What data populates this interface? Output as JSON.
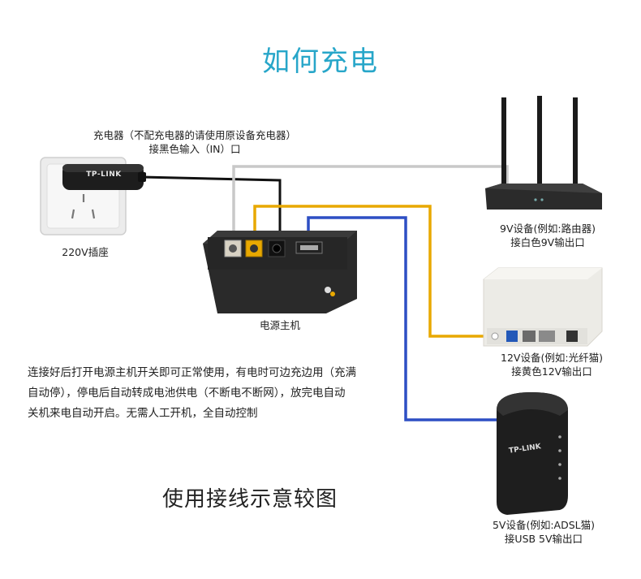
{
  "title": "如何充电",
  "charger": {
    "label_line1": "充电器（不配充电器的请使用原设备充电器）",
    "label_line2": "接黑色输入（IN）口",
    "brand": "TP-LINK"
  },
  "socket": {
    "label": "220V插座"
  },
  "power_unit": {
    "label": "电源主机"
  },
  "router": {
    "label_line1": "9V设备(例如:路由器)",
    "label_line2": "接白色9V输出口"
  },
  "ont": {
    "label_line1": "12V设备(例如:光纤猫)",
    "label_line2": "接黄色12V输出口"
  },
  "modem": {
    "label_line1": "5V设备(例如:ADSL猫)",
    "label_line2": "接USB 5V输出口",
    "brand": "TP-LINK"
  },
  "description": {
    "line1": "连接好后打开电源主机开关即可正常使用，有电时可边充边用（充满",
    "line2": "自动停），停电后自动转成电池供电（不断电不断网），放完电自动",
    "line3": "关机来电自动开启。无需人工开机，全自动控制"
  },
  "caption": "使用接线示意较图",
  "colors": {
    "title": "#27a6c9",
    "wire_black": "#111111",
    "wire_white": "#c8c8c8",
    "wire_yellow": "#e8a800",
    "wire_blue": "#2d4fc4"
  }
}
